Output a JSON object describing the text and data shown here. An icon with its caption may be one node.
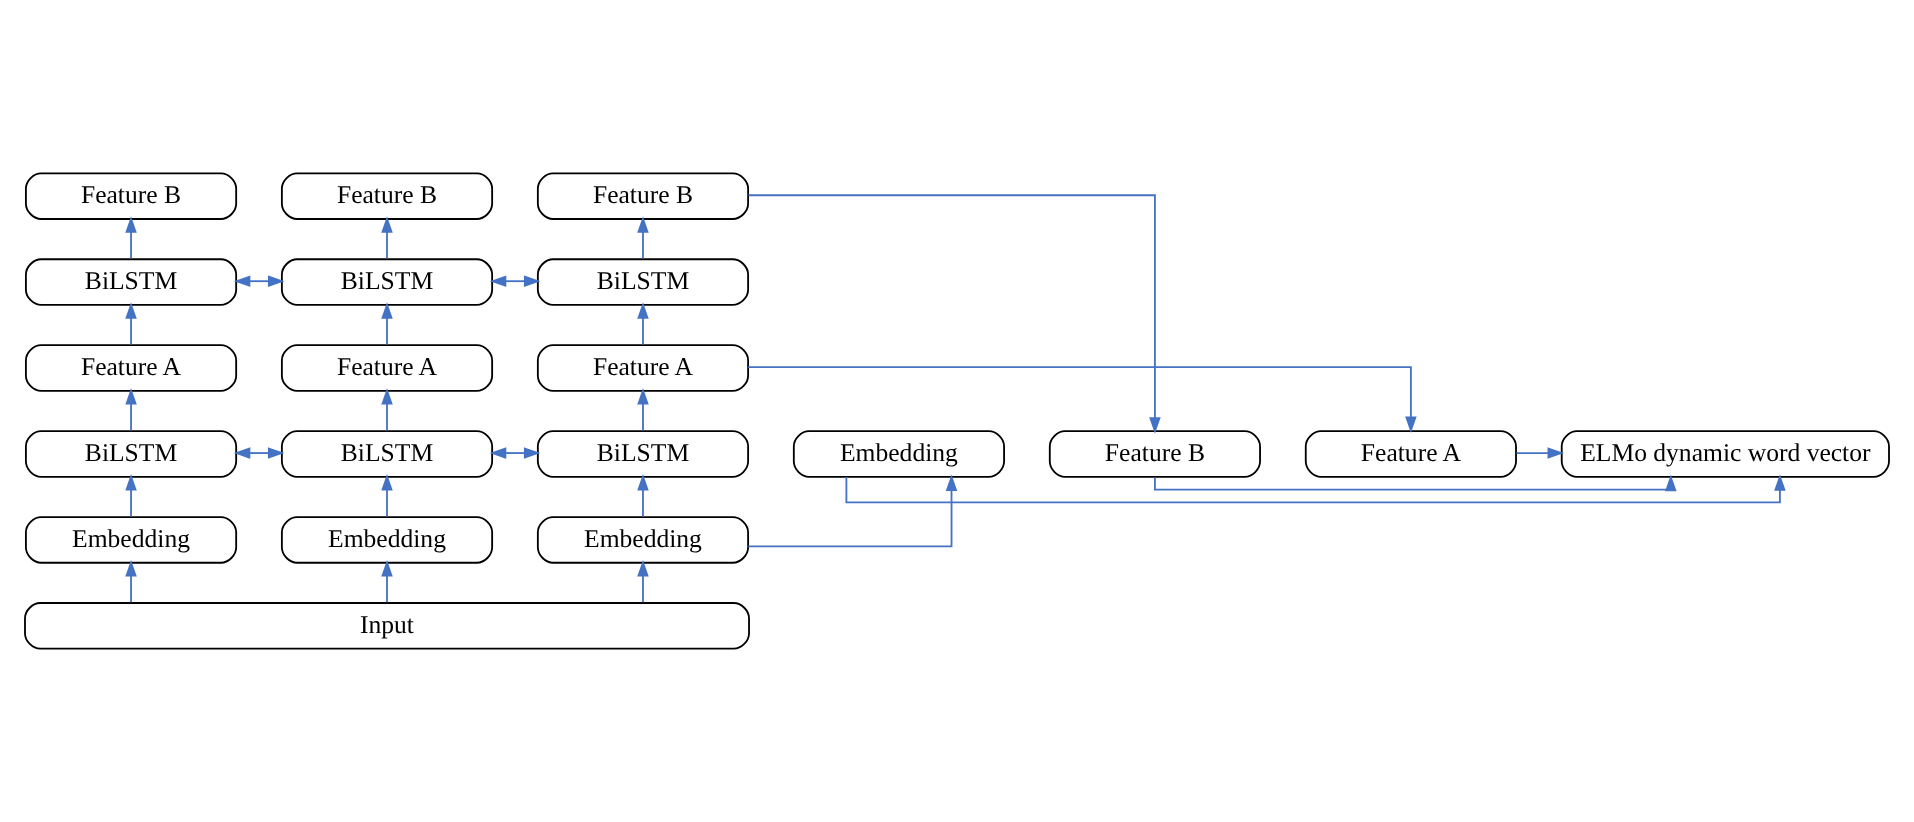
{
  "diagram": {
    "nodes": [
      {
        "text": [
          "Feature B"
        ]
      },
      {
        "text": [
          "Feature B"
        ]
      },
      {
        "text": [
          "Feature B"
        ]
      },
      {
        "text": [
          "BiLSTM"
        ]
      },
      {
        "text": [
          "BiLSTM"
        ]
      },
      {
        "text": [
          "BiLSTM"
        ]
      },
      {
        "text": [
          "Feature A"
        ]
      },
      {
        "text": [
          "Feature A"
        ]
      },
      {
        "text": [
          "Feature A"
        ]
      },
      {
        "text": [
          "BiLSTM"
        ]
      },
      {
        "text": [
          "BiLSTM"
        ]
      },
      {
        "text": [
          "BiLSTM"
        ]
      },
      {
        "text": [
          "Embedding"
        ]
      },
      {
        "text": [
          "Embedding"
        ]
      },
      {
        "text": [
          "Embedding"
        ]
      },
      {
        "text": [
          "Input"
        ]
      },
      {
        "text": [
          "Feature B"
        ]
      },
      {
        "text": [
          "Feature A"
        ]
      },
      {
        "text": [
          "Embedding"
        ]
      },
      {
        "text": [
          "ELMo dynamic word vector"
        ]
      }
    ],
    "edges": [
      {
        "from": 15,
        "to": 12,
        "arrow": "to"
      },
      {
        "from": 15,
        "to": 13,
        "arrow": "to"
      },
      {
        "from": 15,
        "to": 14,
        "arrow": "to"
      },
      {
        "from": 12,
        "to": 9,
        "arrow": "to"
      },
      {
        "from": 13,
        "to": 10,
        "arrow": "to"
      },
      {
        "from": 14,
        "to": 11,
        "arrow": "to"
      },
      {
        "from": 9,
        "to": 10,
        "arrow": "both"
      },
      {
        "from": 10,
        "to": 11,
        "arrow": "both"
      },
      {
        "from": 9,
        "to": 6,
        "arrow": "to"
      },
      {
        "from": 10,
        "to": 7,
        "arrow": "to"
      },
      {
        "from": 11,
        "to": 8,
        "arrow": "to"
      },
      {
        "from": 6,
        "to": 3,
        "arrow": "to"
      },
      {
        "from": 7,
        "to": 4,
        "arrow": "to"
      },
      {
        "from": 8,
        "to": 5,
        "arrow": "to"
      },
      {
        "from": 3,
        "to": 4,
        "arrow": "both"
      },
      {
        "from": 4,
        "to": 5,
        "arrow": "both"
      },
      {
        "from": 3,
        "to": 0,
        "arrow": "to"
      },
      {
        "from": 4,
        "to": 1,
        "arrow": "to"
      },
      {
        "from": 5,
        "to": 2,
        "arrow": "to"
      },
      {
        "from": 2,
        "to": 16,
        "arrow": "to"
      },
      {
        "from": 8,
        "to": 17,
        "arrow": "to"
      },
      {
        "from": 14,
        "to": 18,
        "arrow": "to"
      },
      {
        "from": 16,
        "to": 19,
        "arrow": "to"
      },
      {
        "from": 17,
        "to": 19,
        "arrow": "to"
      },
      {
        "from": 18,
        "to": 19,
        "arrow": "to"
      }
    ]
  }
}
